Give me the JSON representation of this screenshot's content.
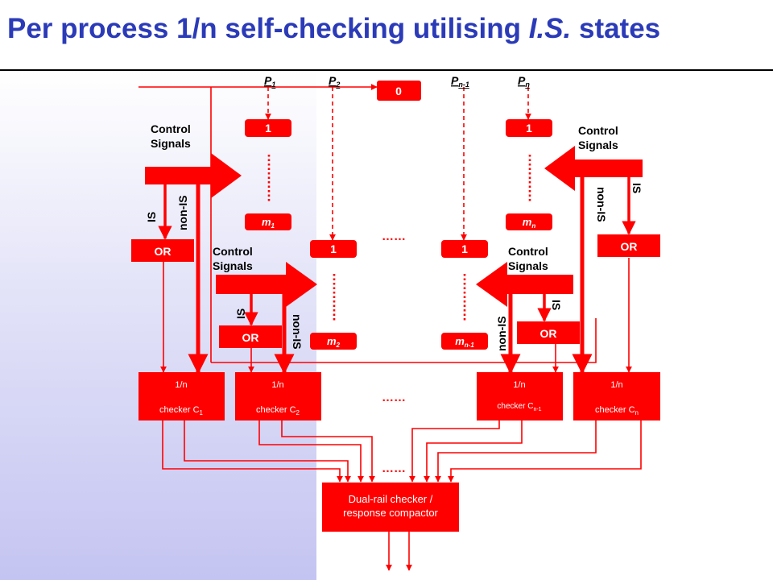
{
  "title": {
    "main": "Per process 1/n self-checking utilising ",
    "italic": "I.S.",
    "tail": " states"
  },
  "processes": {
    "p1": "P",
    "p1_sub": "1",
    "p2": "P",
    "p2_sub": "2",
    "pn1": "P",
    "pn1_sub": "n-1",
    "pn": "P",
    "pn_sub": "n"
  },
  "state_zero": "0",
  "state_one": "1",
  "memory": {
    "m1": "m",
    "m1_sub": "1",
    "m2": "m",
    "m2_sub": "2",
    "mn1": "m",
    "mn1_sub": "n-1",
    "mn": "m",
    "mn_sub": "n"
  },
  "control_signals": {
    "line1": "Control",
    "line2": "Signals"
  },
  "is_label": "IS",
  "non_is_label": "non-IS",
  "or_label": "OR",
  "ellipsis": "……",
  "checkers": {
    "line1": "1/n",
    "prefix": "checker C",
    "c1_sub": "1",
    "c2_sub": "2",
    "cn1_sub": "n-1",
    "cn_sub": "n"
  },
  "compactor": {
    "line1": "Dual-rail checker /",
    "line2": "response compactor"
  },
  "colors": {
    "red": "#ff0000",
    "title_blue": "#2b3bb8",
    "box_text": "#ffffff",
    "label_text": "#000000"
  }
}
